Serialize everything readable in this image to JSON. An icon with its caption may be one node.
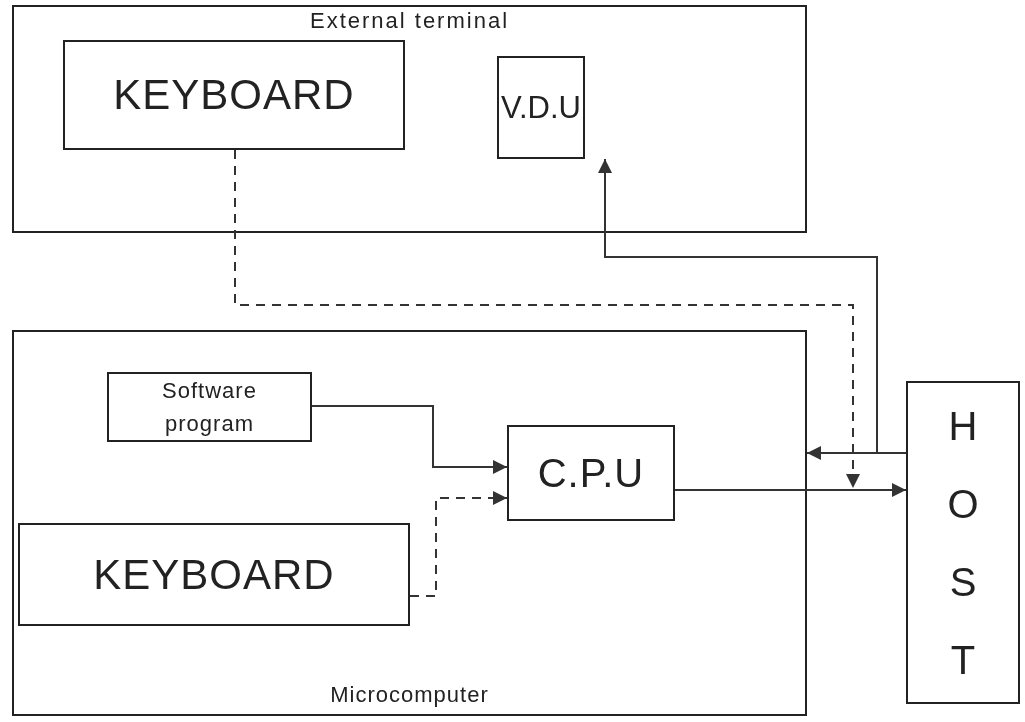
{
  "diagram": {
    "nodes": [
      {
        "text": [
          "External terminal"
        ]
      },
      {
        "text": [
          "KEYBOARD"
        ],
        "in": 0
      },
      {
        "text": [
          "V.D.U"
        ],
        "in": 0
      },
      {
        "text": [
          "Microcomputer"
        ]
      },
      {
        "text": [
          "Software program"
        ],
        "in": 3
      },
      {
        "text": [
          "C.P.U"
        ],
        "in": 3
      },
      {
        "text": [
          "KEYBOARD"
        ],
        "in": 3
      },
      {
        "text": [
          "HOST"
        ]
      }
    ],
    "edges": [
      {
        "from": 1,
        "to": 7,
        "arrow": "to",
        "style": "dashed"
      },
      {
        "from": 7,
        "to": 2,
        "arrow": "to"
      },
      {
        "from": 7,
        "to": 3,
        "arrow": "to"
      },
      {
        "from": 5,
        "to": 7,
        "arrow": "to"
      },
      {
        "from": 4,
        "to": 5,
        "arrow": "to"
      },
      {
        "from": 6,
        "to": 5,
        "arrow": "to",
        "style": "dashed"
      }
    ]
  }
}
